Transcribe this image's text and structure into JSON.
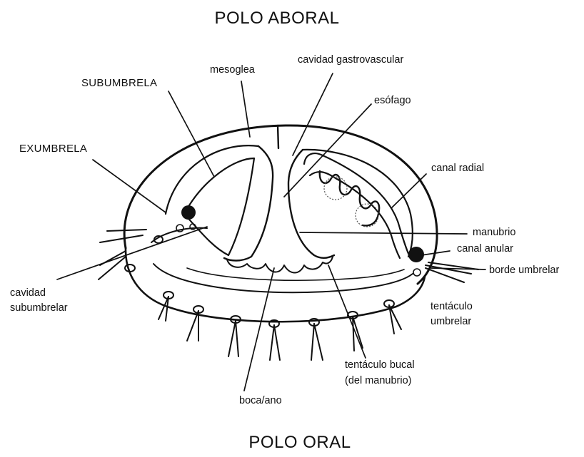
{
  "title_top": "POLO ABORAL",
  "title_bottom": "POLO ORAL",
  "labels": {
    "mesoglea": "mesoglea",
    "cavidad_gastrovascular": "cavidad gastrovascular",
    "subumbrela": "SUBUMBRELA",
    "esofago": "esófago",
    "exumbrela": "EXUMBRELA",
    "canal_radial": "canal radial",
    "manubrio": "manubrio",
    "canal_anular": "canal anular",
    "borde_umbrelar": "borde umbrelar",
    "cavidad_subumbrelar_1": "cavidad",
    "cavidad_subumbrelar_2": "subumbrelar",
    "tentaculo_umbrelar_1": "tentáculo",
    "tentaculo_umbrelar_2": "umbrelar",
    "tentaculo_bucal_1": "tentáculo bucal",
    "tentaculo_bucal_2": "(del manubrio)",
    "boca_ano": "boca/ano"
  },
  "colors": {
    "ink": "#111111",
    "background": "#ffffff"
  }
}
